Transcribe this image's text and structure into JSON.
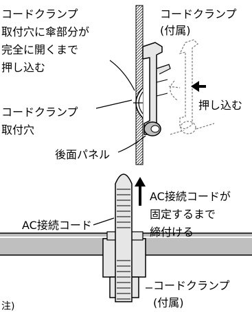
{
  "labels": {
    "clamp_top_right": [
      "コードクランプ",
      "(付属)"
    ],
    "insert_instruction": [
      "コードクランプ",
      "取付穴に傘部分が",
      "完全に開くまで",
      "押し込む"
    ],
    "push_in": "押し込む",
    "clamp_hole": [
      "コードクランプ",
      "取付穴"
    ],
    "rear_panel": "後面パネル",
    "tighten_instruction": [
      "AC接続コードが",
      "固定するまで",
      "締付ける"
    ],
    "ac_cord": "AC接続コード",
    "clamp_bottom": [
      "コードクランプ",
      "(付属)"
    ],
    "note": "注)"
  },
  "colors": {
    "line": "#000000",
    "fill_light": "#e6e6e6",
    "fill_mid": "#bfbfbf",
    "dashed": "#777777"
  }
}
